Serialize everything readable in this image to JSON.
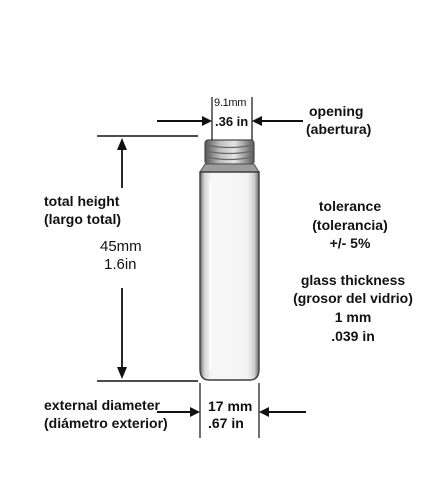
{
  "opening": {
    "mm": "9.1mm",
    "in": ".36 in",
    "label": "opening",
    "label_es": "(abertura)"
  },
  "total_height": {
    "label": "total height",
    "label_es": "(largo total)",
    "mm": "45mm",
    "in": "1.6in"
  },
  "tolerance": {
    "label": "tolerance",
    "label_es": "(tolerancia)",
    "value": "+/- 5%"
  },
  "glass_thickness": {
    "label": "glass thickness",
    "label_es": "(grosor del vidrio)",
    "mm": "1 mm",
    "in": ".039 in"
  },
  "external_diameter": {
    "label": "external diameter",
    "label_es": "(diámetro exterior)",
    "mm": "17 mm",
    "in": ".67 in"
  }
}
